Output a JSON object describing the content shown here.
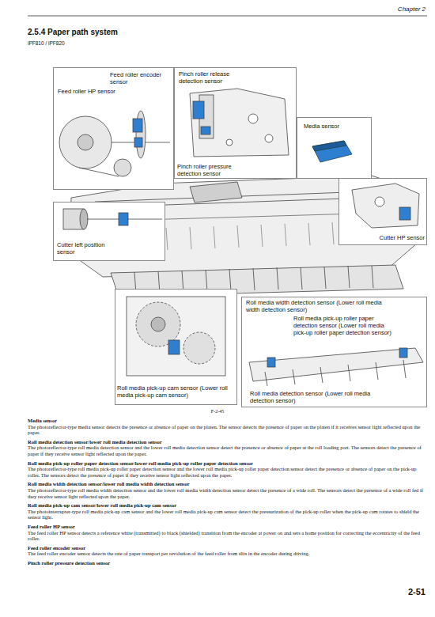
{
  "diagram": {
    "title": "2.5.4 Paper path system",
    "caption": "F-2-45",
    "nodes": [
      {
        "text": [
          "Feed roller encoder sensor",
          "Feed roller HP sensor"
        ]
      },
      {
        "text": [
          "Pinch roller release detection sensor",
          "Pinch roller pressure detection sensor"
        ]
      },
      {
        "text": [
          "Media sensor"
        ]
      },
      {
        "text": [
          "Cutter HP sensor"
        ]
      },
      {
        "text": [
          "Cutter left position sensor"
        ]
      },
      {
        "text": [
          "Roll media pick-up cam sensor (Lower roll media pick-up cam sensor)"
        ]
      },
      {
        "text": [
          "Roll media width detection sensor (Lower roll media width detection sensor)",
          "Roll media pick-up roller paper detection sensor (Lower roll media pick-up roller paper detection sensor)",
          "Roll media detection sensor (Lower roll media detection sensor)"
        ]
      }
    ],
    "labels": [
      "Chapter 2",
      "iPF810 / iPF820",
      "Media sensor",
      "The photoreflector-type media sensor detects the presence or absence of paper on the platen. The sensor detects the presence of paper on the platen if it receives sensor light reflected upon the paper.",
      "Roll media detection sensor/lower roll media detection sensor",
      "The photoreflector-type roll media detection sensor and the lower roll media detection sensor detect the presence or absence of paper at the roll loading port. The sensors detect the presence of paper if they receive sensor light reflected upon the paper.",
      "Roll media pick-up roller paper detection sensor/lower roll media pick-up roller paper detection sensor",
      "The photoreflector-type roll media pick-up roller paper detection sensor and the lower roll media pick-up roller paper detection sensor detect the presence or absence of paper on the pick-up roller. The sensors detect the presence of paper if they receive sensor light reflected upon the paper.",
      "Roll media width detection sensor/lower roll media width detection sensor",
      "The photoreflector-type roll media width detection sensor and the lower roll media width detection sensor detect the presence of a wide roll. The sensors detect the presence of a wide roll fed if they receive sensor light reflected upon the paper.",
      "Roll media pick-up cam sensor/lower roll media pick-up cam sensor",
      "The photointerrupter-type roll media pick-up cam sensor and the lower roll media pick-up cam sensor detect the pressurization of the pick-up roller when the pick-up cam rotates to shield the sensor light.",
      "Feed roller HP sensor",
      "The feed roller HP sensor detects a reference white (transmitted) to black (shielded) transition from the encoder at power on and sets a home position for correcting the eccentricity of the feed roller.",
      "Feed roller encoder sensor",
      "The feed roller encoder sensor detects the rate of paper transport per revolution of the feed roller from slits in the encoder during driving.",
      "Pinch roller pressure detection sensor",
      "2-51"
    ]
  }
}
